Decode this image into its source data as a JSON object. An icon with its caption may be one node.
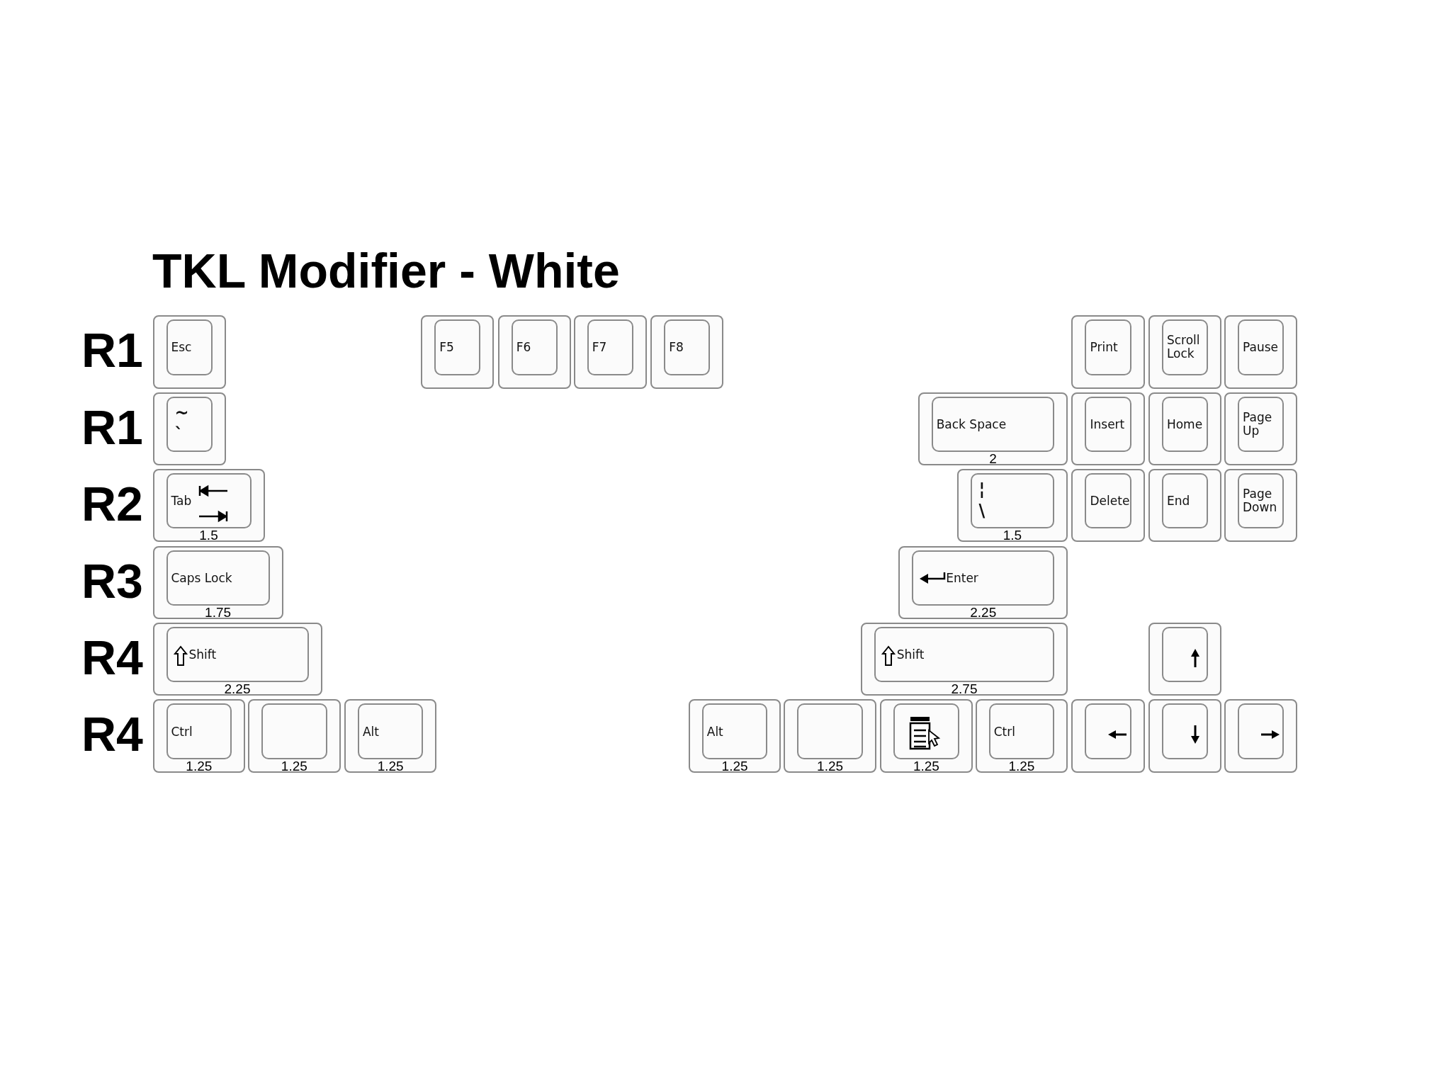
{
  "diagram": {
    "title": "TKL Modifier - White",
    "nodes": [
      {
        "text": [
          "Esc"
        ]
      },
      {
        "text": [
          "F5"
        ]
      },
      {
        "text": [
          "F6"
        ]
      },
      {
        "text": [
          "F7"
        ]
      },
      {
        "text": [
          "F8"
        ]
      },
      {
        "text": [
          "Print"
        ]
      },
      {
        "text": [
          "Scroll Lock"
        ]
      },
      {
        "text": [
          "Pause"
        ]
      },
      {
        "text": [
          "~",
          "`"
        ]
      },
      {
        "text": [
          "Back Space",
          "2"
        ]
      },
      {
        "text": [
          "Insert"
        ]
      },
      {
        "text": [
          "Home"
        ]
      },
      {
        "text": [
          "Page Up"
        ]
      },
      {
        "text": [
          "Tab",
          "1.5"
        ]
      },
      {
        "text": [
          "¦",
          "\\",
          "1.5"
        ]
      },
      {
        "text": [
          "Delete"
        ]
      },
      {
        "text": [
          "End"
        ]
      },
      {
        "text": [
          "Page Down"
        ]
      },
      {
        "text": [
          "Caps Lock",
          "1.75"
        ]
      },
      {
        "text": [
          "Enter",
          "2.25"
        ]
      },
      {
        "text": [
          "Shift",
          "2.25"
        ]
      },
      {
        "text": [
          "Shift",
          "2.75"
        ]
      },
      {
        "text": [],
        "shape": "box"
      },
      {
        "text": [
          "Ctrl",
          "1.25"
        ]
      },
      {
        "text": [
          "1.25"
        ]
      },
      {
        "text": [
          "Alt",
          "1.25"
        ]
      },
      {
        "text": [
          "Alt",
          "1.25"
        ]
      },
      {
        "text": [
          "1.25"
        ]
      },
      {
        "text": [
          "1.25"
        ]
      },
      {
        "text": [
          "Ctrl",
          "1.25"
        ]
      },
      {
        "text": [],
        "shape": "box"
      },
      {
        "text": [],
        "shape": "box"
      },
      {
        "text": [],
        "shape": "box"
      }
    ],
    "edges": [],
    "labels": [
      "R1",
      "R1",
      "R2",
      "R3",
      "R4",
      "R4"
    ]
  }
}
